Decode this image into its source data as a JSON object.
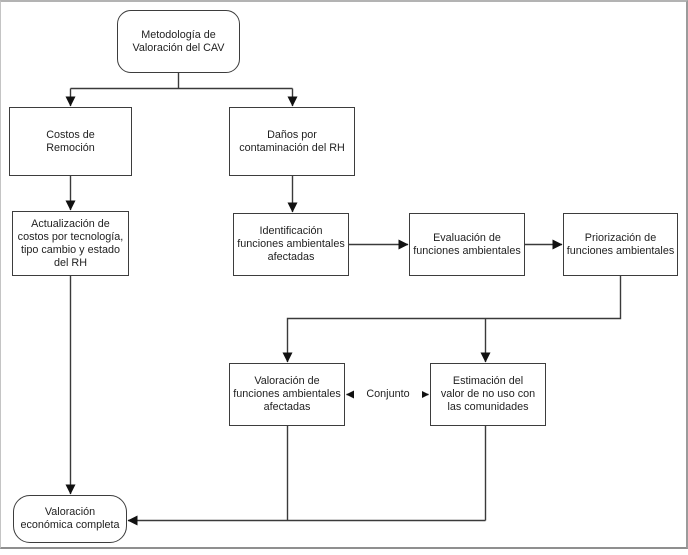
{
  "diagram": {
    "type": "flowchart",
    "colors": {
      "background": "#ffffff",
      "node_fill": "#ffffff",
      "node_border": "#3d3d3d",
      "connector": "#3a3a3a",
      "arrowhead": "#111111",
      "text": "#1f1f1f",
      "outer_frame": "#a8a8a8"
    },
    "nodes": {
      "metodologia": {
        "shape": "rounded",
        "label": "Metodología de\nValoración del CAV"
      },
      "costos_remocion": {
        "shape": "rect",
        "label": "Costos de\nRemoción"
      },
      "danos_contaminacion": {
        "shape": "rect",
        "label": "Daños por\ncontaminación del RH"
      },
      "actualizacion_costos": {
        "shape": "rect",
        "label": "Actualización de\ncostos por tecnología,\ntipo cambio y estado\ndel RH"
      },
      "identificacion_funciones": {
        "shape": "rect",
        "label": "Identificación\nfunciones ambientales\nafectadas"
      },
      "evaluacion_funciones": {
        "shape": "rect",
        "label": "Evaluación de\nfunciones ambientales"
      },
      "priorizacion_funciones": {
        "shape": "rect",
        "label": "Priorización de\nfunciones ambientales"
      },
      "valoracion_funciones": {
        "shape": "rect",
        "label": "Valoración de\nfunciones ambientales\nafectadas"
      },
      "estimacion_valor": {
        "shape": "rect",
        "label": "Estimación del\nvalor de no uso con\nlas comunidades"
      },
      "valoracion_economica": {
        "shape": "rounded",
        "label": "Valoración\neconómica completa"
      }
    },
    "edge_labels": {
      "conjunto": "Conjunto"
    }
  }
}
